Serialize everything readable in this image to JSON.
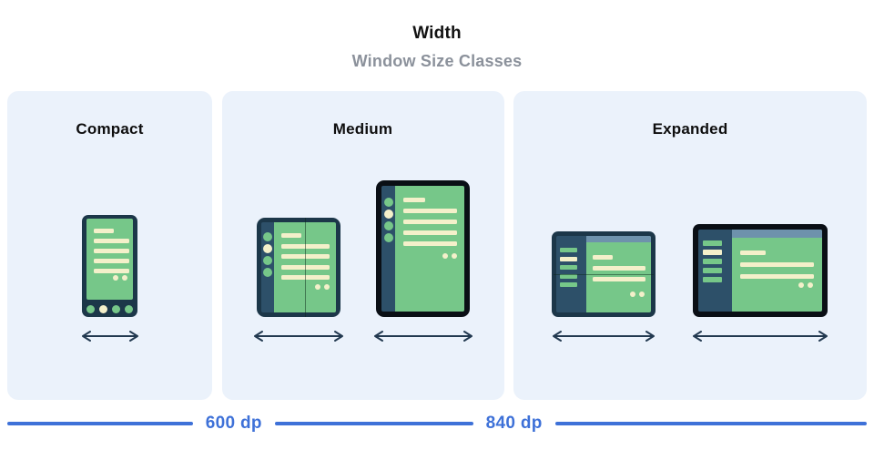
{
  "header": {
    "title": "Width",
    "subtitle": "Window Size Classes"
  },
  "panels": [
    {
      "label": "Compact",
      "devices": [
        {
          "icon": "phone-portrait-icon"
        }
      ]
    },
    {
      "label": "Medium",
      "devices": [
        {
          "icon": "foldable-open-icon"
        },
        {
          "icon": "tablet-portrait-icon"
        }
      ]
    },
    {
      "label": "Expanded",
      "devices": [
        {
          "icon": "tablet-landscape-icon"
        },
        {
          "icon": "desktop-landscape-icon"
        }
      ]
    }
  ],
  "axis": {
    "breakpoint_1": "600 dp",
    "breakpoint_2": "840 dp"
  },
  "colors": {
    "panel_bg": "#ebf2fb",
    "frame_navy": "#1c3749",
    "frame_black": "#0a0f15",
    "rail_navy": "#2d5069",
    "screen_green": "#76c789",
    "line_cream": "#f4f0ca",
    "topbar_slate": "#6e92ac",
    "accent_blue": "#3e71d8",
    "subtitle_gray": "#8b919b",
    "arrow_stroke": "#223950"
  }
}
